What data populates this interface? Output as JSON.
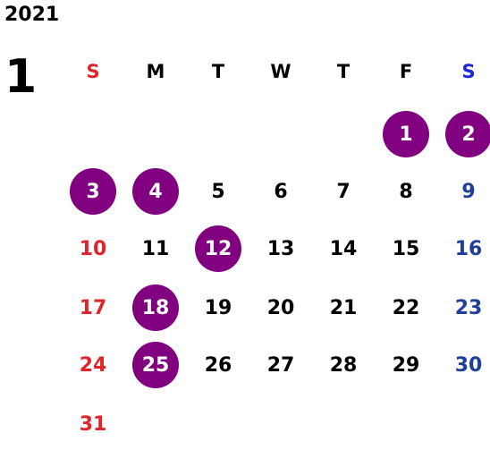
{
  "year": "2021",
  "month": "1",
  "weekdays": [
    "S",
    "M",
    "T",
    "W",
    "T",
    "F",
    "S"
  ],
  "colors": {
    "sunday": "#e0242b",
    "saturday": "#1f3f99",
    "highlight": "#800080"
  },
  "weeks": [
    [
      "",
      "",
      "",
      "",
      "",
      "1",
      "2"
    ],
    [
      "3",
      "4",
      "5",
      "6",
      "7",
      "8",
      "9"
    ],
    [
      "10",
      "11",
      "12",
      "13",
      "14",
      "15",
      "16"
    ],
    [
      "17",
      "18",
      "19",
      "20",
      "21",
      "22",
      "23"
    ],
    [
      "24",
      "25",
      "26",
      "27",
      "28",
      "29",
      "30"
    ],
    [
      "31",
      "",
      "",
      "",
      "",
      "",
      ""
    ]
  ],
  "highlighted_days": [
    "1",
    "2",
    "3",
    "4",
    "12",
    "18",
    "25"
  ]
}
